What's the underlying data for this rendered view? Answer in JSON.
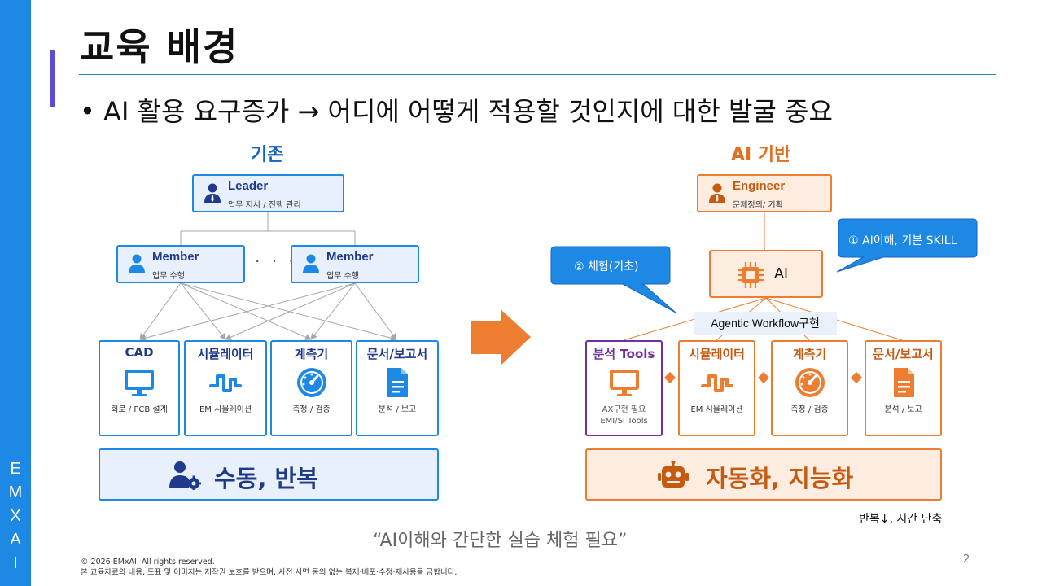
{
  "brand": {
    "letters": [
      "E",
      "M",
      "X",
      "A",
      "I"
    ]
  },
  "slide": {
    "title": "교육 배경",
    "bullet": "• AI 활용 요구증가 → 어디에 어떻게 적용할 것인지에 대한 발굴 중요",
    "page_number": "2"
  },
  "left": {
    "heading": "기존",
    "leader": {
      "title": "Leader",
      "subtitle": "업무 지시 / 진행 관리",
      "icon": "person-icon"
    },
    "members": [
      {
        "title": "Member",
        "subtitle": "업무 수행",
        "icon": "person-icon"
      },
      {
        "title": "Member",
        "subtitle": "업무 수행",
        "icon": "person-icon"
      }
    ],
    "ellipsis": "· · ·",
    "tools": [
      {
        "label": "CAD",
        "subtitle": "회로 / PCB 설계",
        "icon": "monitor-icon"
      },
      {
        "label": "시뮬레이터",
        "subtitle": "EM 시뮬레이션",
        "icon": "waveform-icon"
      },
      {
        "label": "계측기",
        "subtitle": "측정 / 검증",
        "icon": "gauge-icon"
      },
      {
        "label": "문서/보고서",
        "subtitle": "분석 / 보고",
        "icon": "document-icon"
      }
    ],
    "summary": {
      "label": "수동, 반복",
      "icon": "user-gear-icon"
    }
  },
  "right": {
    "heading": "AI 기반",
    "engineer": {
      "title": "Engineer",
      "subtitle": "문제정의/ 기획",
      "icon": "person-icon"
    },
    "ai": {
      "label": "AI",
      "icon": "chip-icon"
    },
    "callout_left": "② 체험(기초)",
    "callout_right": "① AI이해, 기본 SKILL",
    "agentic": "Agentic Workflow구현",
    "tools": [
      {
        "label": "분석 Tools",
        "subtitle": "AX구현 필요",
        "subtitle2": "EMI/SI Tools",
        "icon": "monitor-icon"
      },
      {
        "label": "시뮬레이터",
        "subtitle": "EM 시뮬레이션",
        "icon": "waveform-icon"
      },
      {
        "label": "계측기",
        "subtitle": "측정 / 검증",
        "icon": "gauge-icon"
      },
      {
        "label": "문서/보고서",
        "subtitle": "분석 / 보고",
        "icon": "document-icon"
      }
    ],
    "summary": {
      "label": "자동화, 지능화",
      "icon": "robot-icon"
    },
    "note": "반복↓, 시간 단축"
  },
  "quote": "“AI이해와 간단한 실습 체험 필요”",
  "footer": {
    "line1": "© 2026 EMxAI. All rights reserved.",
    "line2": "본 교육자료의 내용, 도표 및 이미지는 저작권 보호를 받으며, 사전 서면 동의 없는 복제·배포·수정·재사용을 금합니다."
  },
  "colors": {
    "blue": "#1e88e5",
    "orange": "#ed7d31",
    "purple": "#7030a0",
    "navy": "#1f3a8a",
    "brand": "#1e88e5"
  }
}
